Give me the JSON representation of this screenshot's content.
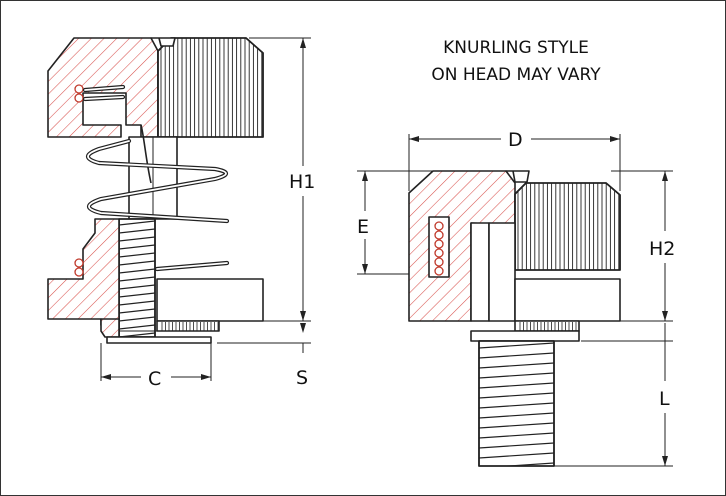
{
  "note": {
    "line1": "KNURLING STYLE",
    "line2": "ON HEAD MAY VARY"
  },
  "dimensions": {
    "h1": "H1",
    "c": "C",
    "s": "S",
    "d": "D",
    "e": "E",
    "h2": "H2",
    "l": "L"
  },
  "colors": {
    "hatch": "#d9534f",
    "outline": "#222222"
  }
}
